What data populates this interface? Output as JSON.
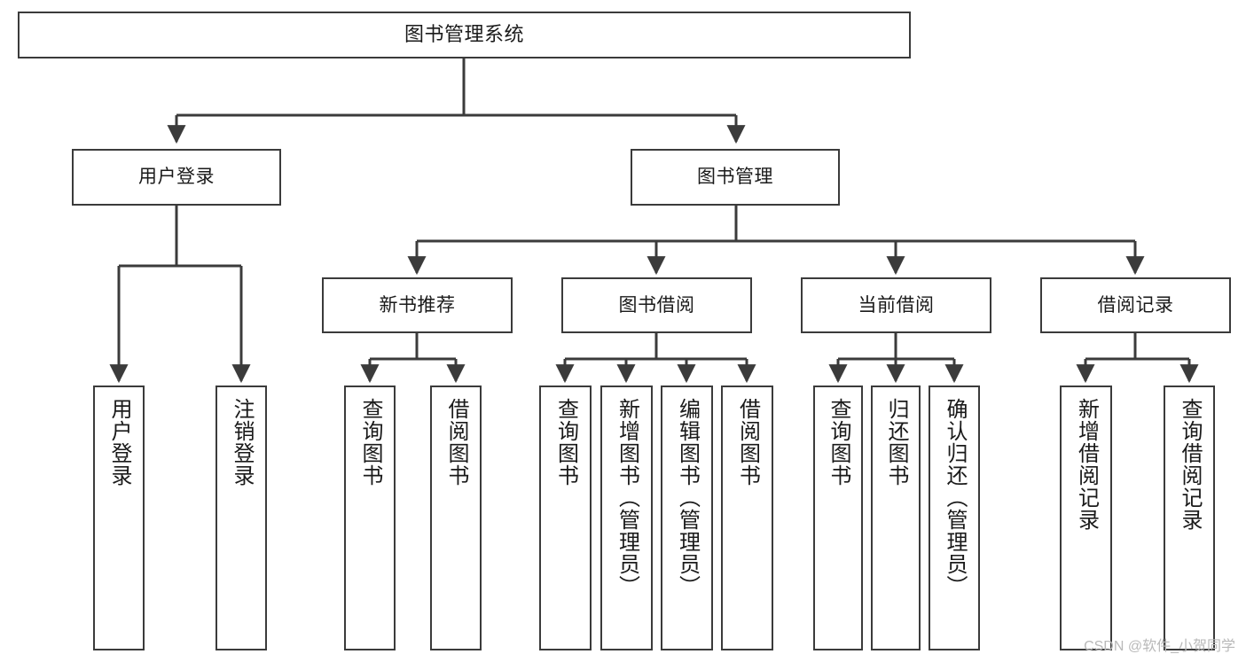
{
  "diagram": {
    "type": "tree-hierarchy",
    "title": "图书管理系统",
    "orientation": "top-down",
    "background_color": "#ffffff",
    "box_border_color": "#3b3b3b",
    "connector_color": "#3b3b3b"
  },
  "nodes": {
    "root": {
      "label": "图书管理系统"
    },
    "level2": [
      {
        "label": "用户登录"
      },
      {
        "label": "图书管理"
      }
    ],
    "level3": [
      {
        "label": "新书推荐"
      },
      {
        "label": "图书借阅"
      },
      {
        "label": "当前借阅"
      },
      {
        "label": "借阅记录"
      }
    ],
    "leaves_user_login": [
      {
        "label": "用户登录"
      },
      {
        "label": "注销登录"
      }
    ],
    "leaves_new_book": [
      {
        "label": "查询图书"
      },
      {
        "label": "借阅图书"
      }
    ],
    "leaves_borrow": [
      {
        "label": "查询图书"
      },
      {
        "label": "新增图书（管理员）"
      },
      {
        "label": "编辑图书（管理员）"
      },
      {
        "label": "借阅图书"
      }
    ],
    "leaves_current": [
      {
        "label": "查询图书"
      },
      {
        "label": "归还图书"
      },
      {
        "label": "确认归还（管理员）"
      }
    ],
    "leaves_records": [
      {
        "label": "新增借阅记录"
      },
      {
        "label": "查询借阅记录"
      }
    ]
  },
  "watermark": {
    "text": "CSDN @软件_小贺同学",
    "color": "#b9b9b9"
  }
}
